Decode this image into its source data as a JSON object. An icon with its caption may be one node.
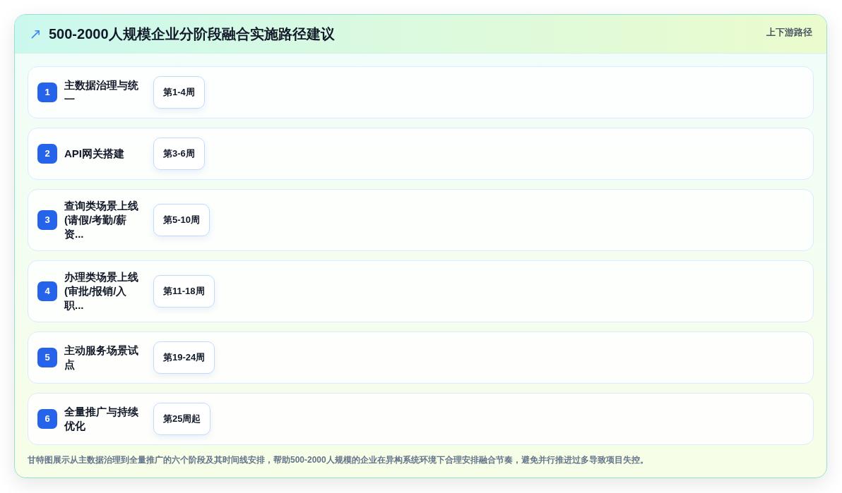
{
  "diagram": {
    "title": "500-2000人规模企业分阶段融合实施路径建议",
    "caption": "甘特图展示从主数据治理到全量推广的六个阶段及其时间线安排，帮助500-2000人规模的企业在异构系统环境下合理安排融合节奏，避免并行推进过多导致项目失控。",
    "nodes": [
      {
        "text": [
          "主数据治理与统一"
        ]
      },
      {
        "text": [
          "1"
        ],
        "in": 0
      },
      {
        "text": [
          "第1-4周"
        ],
        "in": 0
      },
      {
        "text": [
          "API网关搭建"
        ]
      },
      {
        "text": [
          "2"
        ],
        "in": 3
      },
      {
        "text": [
          "第3-6周"
        ],
        "in": 3
      },
      {
        "text": [
          "查询类场景上线(请假/考勤/薪资..."
        ]
      },
      {
        "text": [
          "3"
        ],
        "in": 6
      },
      {
        "text": [
          "第5-10周"
        ],
        "in": 6
      },
      {
        "text": [
          "办理类场景上线(审批/报销/入职..."
        ]
      },
      {
        "text": [
          "4"
        ],
        "in": 9
      },
      {
        "text": [
          "第11-18周"
        ],
        "in": 9
      },
      {
        "text": [
          "主动服务场景试点"
        ]
      },
      {
        "text": [
          "5"
        ],
        "in": 12
      },
      {
        "text": [
          "第19-24周"
        ],
        "in": 12
      },
      {
        "text": [
          "全量推广与持续优化"
        ]
      },
      {
        "text": [
          "6"
        ],
        "in": 15
      },
      {
        "text": [
          "第25周起"
        ],
        "in": 15
      }
    ],
    "labels": [
      "上下游路径"
    ]
  }
}
